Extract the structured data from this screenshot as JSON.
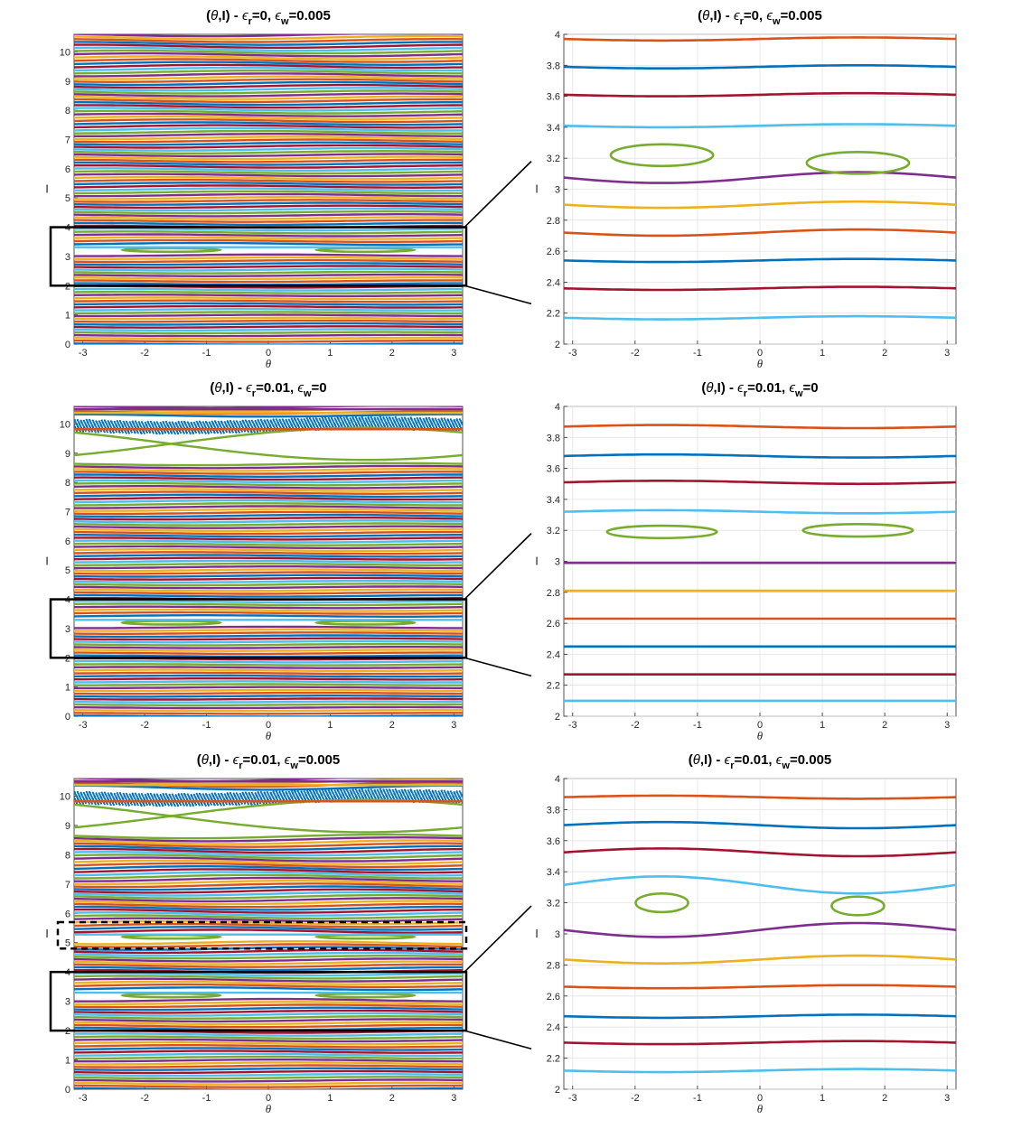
{
  "colors": [
    "#0072BD",
    "#D95319",
    "#EDB120",
    "#7E2F8E",
    "#77AC30",
    "#4DBEEE",
    "#A2142F"
  ],
  "chart_data": [
    {
      "id": "row1-left",
      "type": "line",
      "title": "(θ,I) - ϵ_r=0, ϵ_w=0.005",
      "eps_r": "0",
      "eps_w": "0.005",
      "xlabel": "θ",
      "ylabel": "I",
      "xlim": [
        -3.1416,
        3.1416
      ],
      "ylim": [
        0,
        10.6
      ],
      "xticks": [
        -3,
        -2,
        -1,
        0,
        1,
        2,
        3
      ],
      "yticks": [
        0,
        1,
        2,
        3,
        4,
        5,
        6,
        7,
        8,
        9,
        10
      ],
      "grid": false,
      "zoom_box": [
        2,
        4
      ],
      "dashed_box": null,
      "wave_amp": 0.005,
      "islands": [
        {
          "center": 3.22,
          "half_width": 0.06
        }
      ],
      "chaos": false
    },
    {
      "id": "row1-right",
      "type": "line",
      "title": "(θ,I) - ϵ_r=0, ϵ_w=0.005",
      "eps_r": "0",
      "eps_w": "0.005",
      "xlabel": "θ",
      "ylabel": "I",
      "xlim": [
        -3.1416,
        3.1416
      ],
      "ylim": [
        2,
        4
      ],
      "xticks": [
        -3,
        -2,
        -1,
        0,
        1,
        2,
        3
      ],
      "yticks": [
        2,
        2.2,
        2.4,
        2.6,
        2.8,
        3,
        3.2,
        3.4,
        3.6,
        3.8,
        4
      ],
      "grid": true,
      "series": [
        {
          "color": "#4DBEEE",
          "values": [
            2.18,
            2.16,
            2.18
          ]
        },
        {
          "color": "#A2142F",
          "values": [
            2.37,
            2.35,
            2.37
          ]
        },
        {
          "color": "#0072BD",
          "values": [
            2.55,
            2.53,
            2.55
          ]
        },
        {
          "color": "#D95319",
          "values": [
            2.74,
            2.7,
            2.74
          ]
        },
        {
          "color": "#EDB120",
          "values": [
            2.92,
            2.88,
            2.92
          ]
        },
        {
          "color": "#7E2F8E",
          "values": [
            3.11,
            3.04,
            3.11
          ]
        },
        {
          "color": "#4DBEEE",
          "values": [
            3.42,
            3.4,
            3.42
          ]
        },
        {
          "color": "#A2142F",
          "values": [
            3.62,
            3.6,
            3.62
          ]
        },
        {
          "color": "#0072BD",
          "values": [
            3.8,
            3.78,
            3.8
          ]
        },
        {
          "color": "#D95319",
          "values": [
            3.98,
            3.96,
            3.98
          ]
        }
      ],
      "islands": [
        {
          "theta": -1.57,
          "I": 3.22,
          "rx": 0.82,
          "ry": 0.07,
          "color": "#77AC30"
        },
        {
          "theta": 1.57,
          "I": 3.17,
          "rx": 0.82,
          "ry": 0.07,
          "color": "#77AC30"
        }
      ]
    },
    {
      "id": "row2-left",
      "type": "line",
      "title": "(θ,I) - ϵ_r=0.01, ϵ_w=0",
      "eps_r": "0.01",
      "eps_w": "0",
      "xlabel": "θ",
      "ylabel": "I",
      "xlim": [
        -3.1416,
        3.1416
      ],
      "ylim": [
        0,
        10.6
      ],
      "xticks": [
        -3,
        -2,
        -1,
        0,
        1,
        2,
        3
      ],
      "yticks": [
        0,
        1,
        2,
        3,
        4,
        5,
        6,
        7,
        8,
        9,
        10
      ],
      "grid": false,
      "zoom_box": [
        2,
        4
      ],
      "dashed_box": null,
      "wave_amp": 0.004,
      "islands": [
        {
          "center": 3.2,
          "half_width": 0.06
        }
      ],
      "chaos": true
    },
    {
      "id": "row2-right",
      "type": "line",
      "title": "(θ,I) - ϵ_r=0.01, ϵ_w=0",
      "eps_r": "0.01",
      "eps_w": "0",
      "xlabel": "θ",
      "ylabel": "I",
      "xlim": [
        -3.1416,
        3.1416
      ],
      "ylim": [
        2,
        4
      ],
      "xticks": [
        -3,
        -2,
        -1,
        0,
        1,
        2,
        3
      ],
      "yticks": [
        2,
        2.2,
        2.4,
        2.6,
        2.8,
        3,
        3.2,
        3.4,
        3.6,
        3.8,
        4
      ],
      "grid": true,
      "series": [
        {
          "color": "#4DBEEE",
          "values": [
            2.1,
            2.1,
            2.1
          ]
        },
        {
          "color": "#A2142F",
          "values": [
            2.27,
            2.27,
            2.27
          ]
        },
        {
          "color": "#0072BD",
          "values": [
            2.45,
            2.45,
            2.45
          ]
        },
        {
          "color": "#D95319",
          "values": [
            2.63,
            2.63,
            2.63
          ]
        },
        {
          "color": "#EDB120",
          "values": [
            2.81,
            2.81,
            2.81
          ]
        },
        {
          "color": "#7E2F8E",
          "values": [
            2.99,
            2.99,
            2.99
          ]
        },
        {
          "color": "#4DBEEE",
          "values": [
            3.31,
            3.33,
            3.31
          ]
        },
        {
          "color": "#A2142F",
          "values": [
            3.5,
            3.52,
            3.5
          ]
        },
        {
          "color": "#0072BD",
          "values": [
            3.67,
            3.69,
            3.67
          ]
        },
        {
          "color": "#D95319",
          "values": [
            3.86,
            3.88,
            3.86
          ]
        }
      ],
      "islands": [
        {
          "theta": -1.57,
          "I": 3.19,
          "rx": 0.88,
          "ry": 0.04,
          "color": "#77AC30"
        },
        {
          "theta": 1.57,
          "I": 3.2,
          "rx": 0.88,
          "ry": 0.04,
          "color": "#77AC30"
        }
      ]
    },
    {
      "id": "row3-left",
      "type": "line",
      "title": "(θ,I) - ϵ_r=0.01, ϵ_w=0.005",
      "eps_r": "0.01",
      "eps_w": "0.005",
      "xlabel": "θ",
      "ylabel": "I",
      "xlim": [
        -3.1416,
        3.1416
      ],
      "ylim": [
        0,
        10.6
      ],
      "xticks": [
        -3,
        -2,
        -1,
        0,
        1,
        2,
        3
      ],
      "yticks": [
        0,
        1,
        2,
        3,
        4,
        5,
        6,
        7,
        8,
        9,
        10
      ],
      "grid": false,
      "zoom_box": [
        2,
        4
      ],
      "dashed_box": [
        4.8,
        5.7
      ],
      "wave_amp": 0.007,
      "islands": [
        {
          "center": 3.2,
          "half_width": 0.06
        },
        {
          "center": 5.2,
          "half_width": 0.05
        }
      ],
      "chaos": true
    },
    {
      "id": "row3-right",
      "type": "line",
      "title": "(θ,I) - ϵ_r=0.01, ϵ_w=0.005",
      "eps_r": "0.01",
      "eps_w": "0.005",
      "xlabel": "θ",
      "ylabel": "I",
      "xlim": [
        -3.1416,
        3.1416
      ],
      "ylim": [
        2,
        4
      ],
      "xticks": [
        -3,
        -2,
        -1,
        0,
        1,
        2,
        3
      ],
      "yticks": [
        2,
        2.2,
        2.4,
        2.6,
        2.8,
        3,
        3.2,
        3.4,
        3.6,
        3.8,
        4
      ],
      "grid": true,
      "series": [
        {
          "color": "#4DBEEE",
          "values": [
            2.13,
            2.11,
            2.13
          ]
        },
        {
          "color": "#A2142F",
          "values": [
            2.31,
            2.29,
            2.31
          ]
        },
        {
          "color": "#0072BD",
          "values": [
            2.48,
            2.46,
            2.48
          ]
        },
        {
          "color": "#D95319",
          "values": [
            2.67,
            2.65,
            2.67
          ]
        },
        {
          "color": "#EDB120",
          "values": [
            2.86,
            2.81,
            2.86
          ]
        },
        {
          "color": "#7E2F8E",
          "values": [
            3.07,
            2.98,
            3.07
          ]
        },
        {
          "color": "#4DBEEE",
          "values": [
            3.26,
            3.37,
            3.26
          ]
        },
        {
          "color": "#A2142F",
          "values": [
            3.5,
            3.55,
            3.5
          ]
        },
        {
          "color": "#0072BD",
          "values": [
            3.68,
            3.72,
            3.68
          ]
        },
        {
          "color": "#D95319",
          "values": [
            3.87,
            3.89,
            3.87
          ]
        }
      ],
      "islands": [
        {
          "theta": -1.57,
          "I": 3.2,
          "rx": 0.42,
          "ry": 0.06,
          "color": "#77AC30"
        },
        {
          "theta": 1.57,
          "I": 3.18,
          "rx": 0.42,
          "ry": 0.06,
          "color": "#77AC30"
        }
      ]
    }
  ]
}
